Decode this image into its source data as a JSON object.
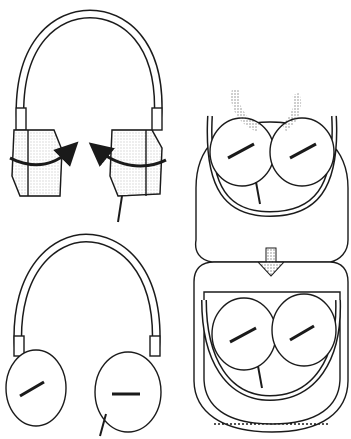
{
  "illustration": {
    "steps": [
      {
        "step": "rotate-ear-cups",
        "arrow_count": 2
      },
      {
        "step": "unfolded-headphones-with-cable",
        "arrow_count": 0
      },
      {
        "step": "fold-cups-into-case",
        "arrow_count": 3
      }
    ],
    "colors": {
      "ink": "#1a1a1a",
      "stipple": "#555555",
      "paper": "#ffffff"
    },
    "icons": [
      "headphones-icon",
      "rotate-arrow-icon",
      "down-arrow-icon",
      "carrying-case-icon"
    ]
  }
}
